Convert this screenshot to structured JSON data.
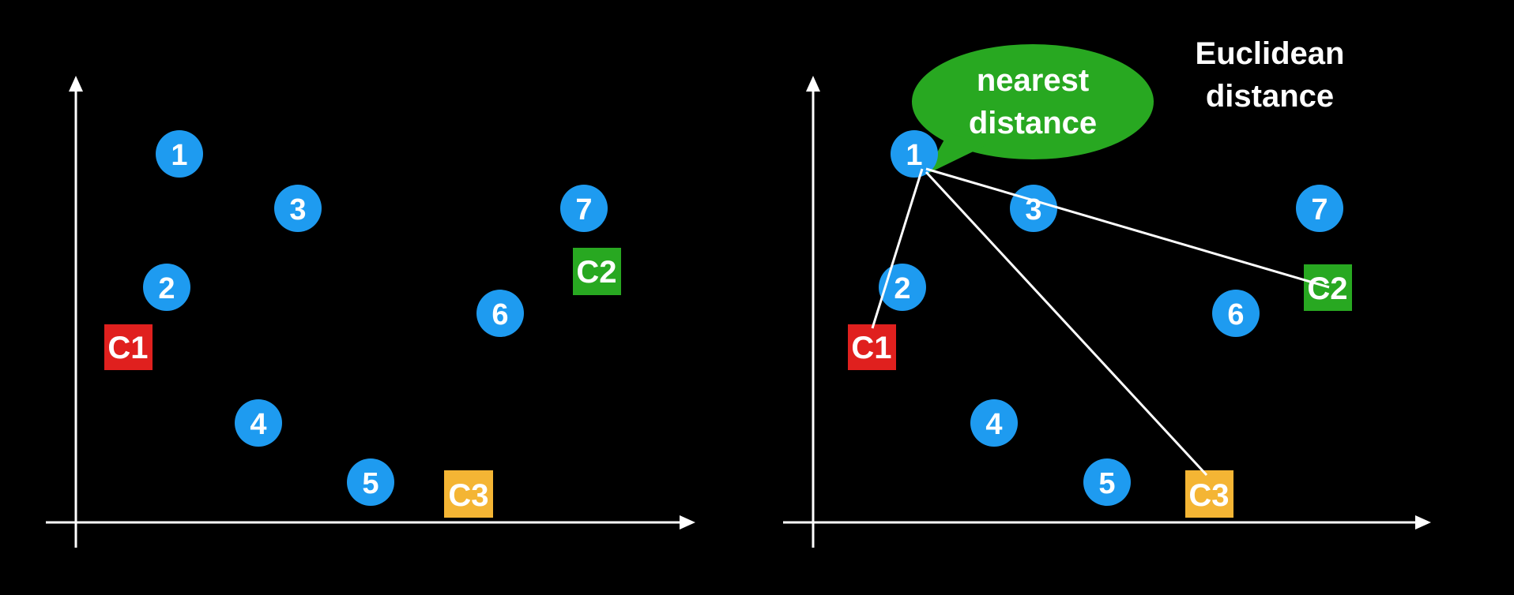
{
  "colors": {
    "background": "#000000",
    "axis": "#ffffff",
    "point": "#1e9bf0",
    "c1": "#e0201e",
    "c2": "#28a821",
    "c3": "#f4b534",
    "bubble": "#28a821",
    "text": "#ffffff"
  },
  "points": [
    {
      "label": "1"
    },
    {
      "label": "2"
    },
    {
      "label": "3"
    },
    {
      "label": "4"
    },
    {
      "label": "5"
    },
    {
      "label": "6"
    },
    {
      "label": "7"
    }
  ],
  "centroids": [
    {
      "label": "C1",
      "color_key": "c1"
    },
    {
      "label": "C2",
      "color_key": "c2"
    },
    {
      "label": "C3",
      "color_key": "c3"
    }
  ],
  "annotation": {
    "bubble_line1": "nearest",
    "bubble_line2": "distance",
    "title_line1": "Euclidean",
    "title_line2": "distance"
  },
  "distance_lines": {
    "from": "1",
    "to": [
      "C1",
      "C2",
      "C3"
    ]
  }
}
